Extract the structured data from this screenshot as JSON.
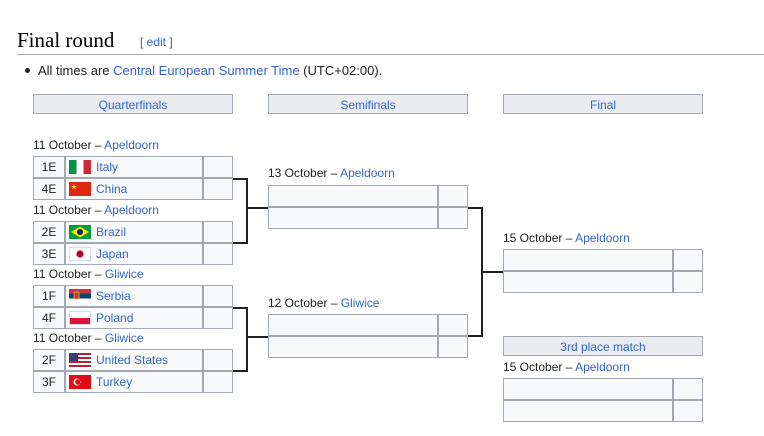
{
  "section": {
    "title": "Final round",
    "edit_open": "[ ",
    "edit_label": "edit",
    "edit_close": " ]"
  },
  "note": {
    "prefix": "All times are ",
    "link": "Central European Summer Time",
    "suffix": " (UTC+02:00)."
  },
  "rounds": {
    "quarterfinals": "Quarterfinals",
    "semifinals": "Semifinals",
    "final": "Final",
    "third_place": "3rd place match"
  },
  "dash": " – ",
  "qf": [
    {
      "date": "11 October",
      "venue": "Apeldoorn",
      "teams": [
        {
          "seed": "1E",
          "name": "Italy",
          "flag": "italy"
        },
        {
          "seed": "4E",
          "name": "China",
          "flag": "china"
        }
      ]
    },
    {
      "date": "11 October",
      "venue": "Apeldoorn",
      "teams": [
        {
          "seed": "2E",
          "name": "Brazil",
          "flag": "brazil"
        },
        {
          "seed": "3E",
          "name": "Japan",
          "flag": "japan"
        }
      ]
    },
    {
      "date": "11 October",
      "venue": "Gliwice",
      "teams": [
        {
          "seed": "1F",
          "name": "Serbia",
          "flag": "serbia"
        },
        {
          "seed": "4F",
          "name": "Poland",
          "flag": "poland"
        }
      ]
    },
    {
      "date": "11 October",
      "venue": "Gliwice",
      "teams": [
        {
          "seed": "2F",
          "name": "United States",
          "flag": "usa"
        },
        {
          "seed": "3F",
          "name": "Turkey",
          "flag": "turkey"
        }
      ]
    }
  ],
  "sf": [
    {
      "date": "13 October",
      "venue": "Apeldoorn"
    },
    {
      "date": "12 October",
      "venue": "Gliwice"
    }
  ],
  "final": {
    "date": "15 October",
    "venue": "Apeldoorn"
  },
  "third": {
    "date": "15 October",
    "venue": "Apeldoorn"
  }
}
